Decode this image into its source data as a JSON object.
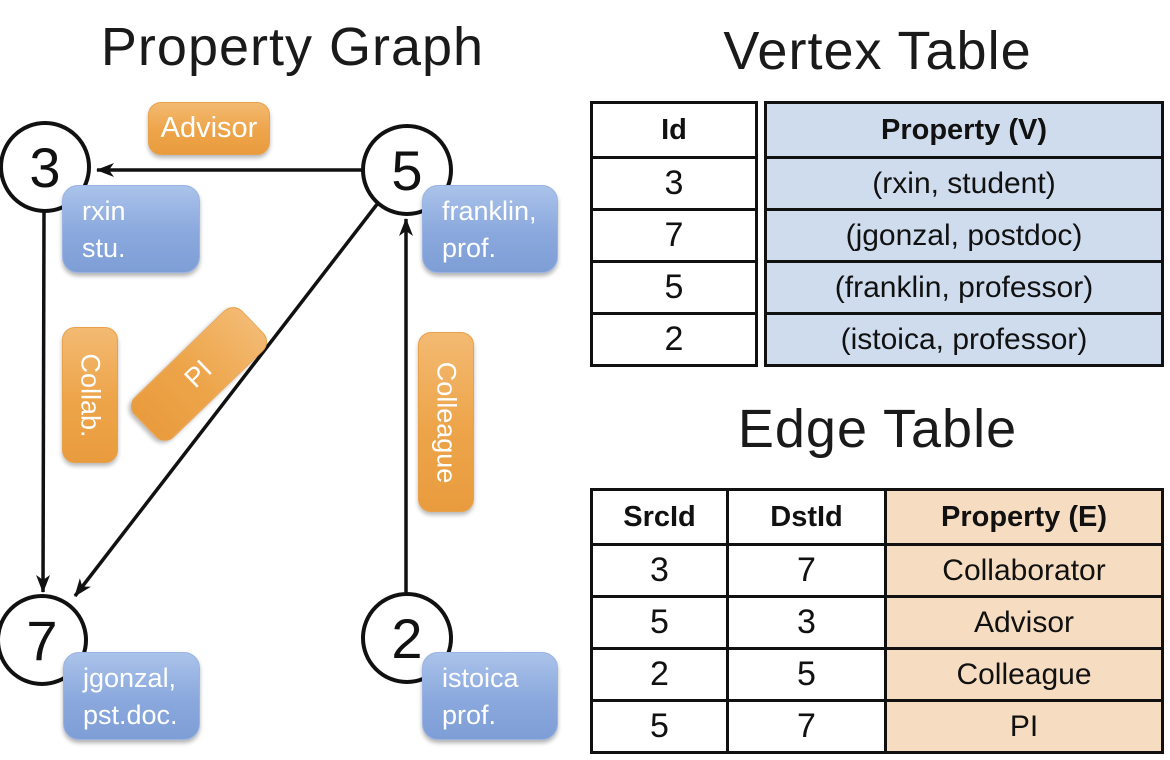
{
  "titles": {
    "property_graph": "Property Graph",
    "vertex_table": "Vertex Table",
    "edge_table": "Edge Table"
  },
  "graph": {
    "vertices": [
      {
        "id": "3",
        "label_line1": "rxin",
        "label_line2": "stu."
      },
      {
        "id": "5",
        "label_line1": "franklin,",
        "label_line2": "prof."
      },
      {
        "id": "7",
        "label_line1": "jgonzal,",
        "label_line2": "pst.doc."
      },
      {
        "id": "2",
        "label_line1": "istoica",
        "label_line2": "prof."
      }
    ],
    "edge_labels": [
      {
        "label": "Advisor",
        "from": "5",
        "to": "3"
      },
      {
        "label": "Collab.",
        "from": "3",
        "to": "7"
      },
      {
        "label": "PI",
        "from": "5",
        "to": "7"
      },
      {
        "label": "Colleague",
        "from": "2",
        "to": "5"
      }
    ]
  },
  "vertex_table": {
    "headers": {
      "id": "Id",
      "property": "Property (V)"
    },
    "rows": [
      {
        "id": "3",
        "property": "(rxin, student)"
      },
      {
        "id": "7",
        "property": "(jgonzal, postdoc)"
      },
      {
        "id": "5",
        "property": "(franklin, professor)"
      },
      {
        "id": "2",
        "property": "(istoica, professor)"
      }
    ]
  },
  "edge_table": {
    "headers": {
      "src": "SrcId",
      "dst": "DstId",
      "property": "Property (E)"
    },
    "rows": [
      {
        "src": "3",
        "dst": "7",
        "property": "Collaborator"
      },
      {
        "src": "5",
        "dst": "3",
        "property": "Advisor"
      },
      {
        "src": "2",
        "dst": "5",
        "property": "Colleague"
      },
      {
        "src": "5",
        "dst": "7",
        "property": "PI"
      }
    ]
  },
  "colors": {
    "vertex_property_box": "#8aa8dd",
    "edge_label_box": "#eda449",
    "vertex_table_fill": "#cfdcee",
    "edge_table_fill": "#f6ddc2",
    "line": "#111111"
  }
}
